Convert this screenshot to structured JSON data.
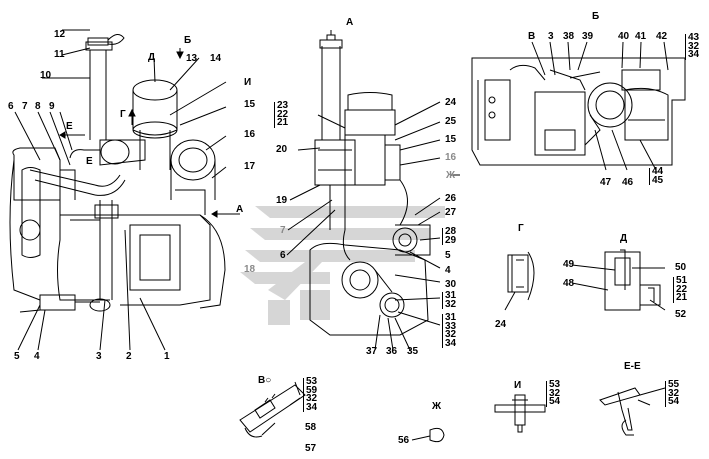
{
  "callouts": {
    "n1": "1",
    "n2": "2",
    "n3": "3",
    "n4": "4",
    "n5": "5",
    "n6": "6",
    "n7": "7",
    "n8": "8",
    "n9": "9",
    "n10": "10",
    "n11": "11",
    "n12": "12",
    "n13": "13",
    "n14": "14",
    "n15": "15",
    "n16": "16",
    "n17": "17",
    "n18": "18",
    "n19": "19",
    "n20": "20",
    "n24": "24",
    "n25": "25",
    "n26": "26",
    "n27": "27",
    "n30": "30",
    "n35": "35",
    "n36": "36",
    "n37": "37",
    "n38": "38",
    "n39": "39",
    "n40": "40",
    "n41": "41",
    "n42": "42",
    "n46": "46",
    "n47": "47",
    "n48": "48",
    "n49": "49",
    "n50": "50",
    "n52": "52",
    "n56": "56",
    "n57": "57",
    "n58": "58"
  },
  "stacks": {
    "s_23_22_21": [
      "23",
      "22",
      "21"
    ],
    "s_28_29": [
      "28",
      "29"
    ],
    "s_31_32": [
      "31",
      "32"
    ],
    "s_31_33_32_34": [
      "31",
      "33",
      "32",
      "34"
    ],
    "s_43_32_34": [
      "43",
      "32",
      "34"
    ],
    "s_44_45": [
      "44",
      "45"
    ],
    "s_51_22_21": [
      "51",
      "22",
      "21"
    ],
    "s_53_59_32_34": [
      "53",
      "59",
      "32",
      "34"
    ],
    "s_53_32_54_i": [
      "53",
      "32",
      "54"
    ],
    "s_55_32_54": [
      "55",
      "32",
      "54"
    ]
  },
  "views": {
    "A": "А",
    "B": "Б",
    "V": "В",
    "G": "Г",
    "D": "Д",
    "I": "И",
    "E": "Е",
    "ZH": "Ж",
    "A_arrow": "А",
    "B_arrow": "Б",
    "G_arrow": "Г",
    "E_arrow": "Е",
    "E_E": "Е-Е",
    "V_sec": "В○"
  },
  "extra_labels": {
    "n5b": "5",
    "n4b": "4",
    "n6b": "6",
    "n7b": "7",
    "n15b": "15",
    "n16b": "16"
  }
}
